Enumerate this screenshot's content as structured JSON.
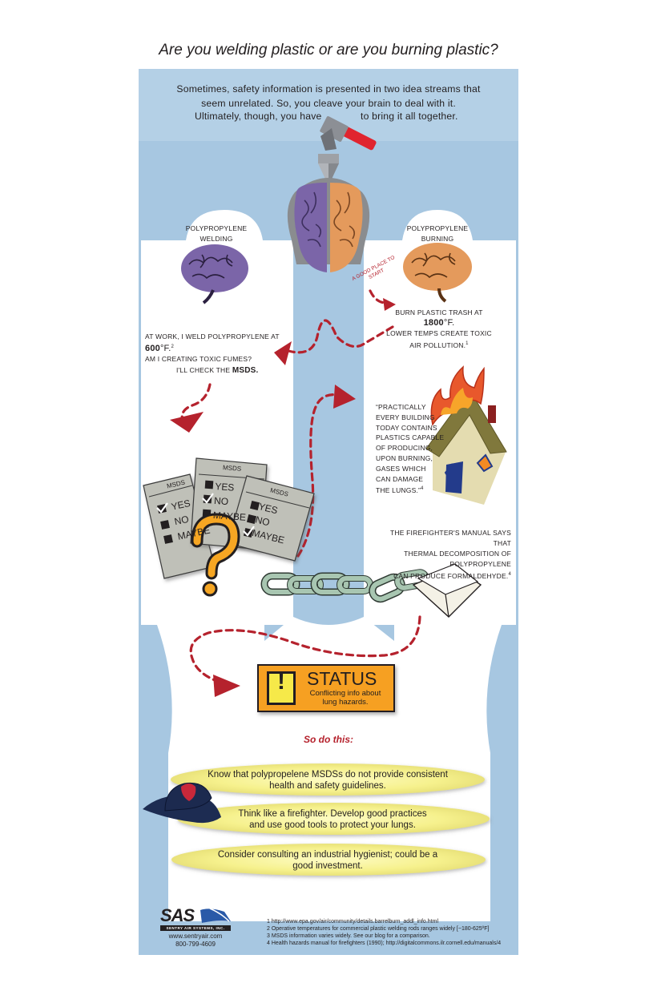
{
  "header": {
    "title": "Are you welding plastic or are you burning plastic?",
    "intro_line1": "Sometimes, safety information is presented in two idea streams that",
    "intro_line2": "seem unrelated. So, you cleave your brain to deal with it.",
    "intro_line3a": "Ultimately, though, you have",
    "intro_line3b": "to bring it all together."
  },
  "left": {
    "heading_line1": "POLYPROPYLENE",
    "heading_line2": "WELDING",
    "p1a": "At work, I weld polypropylene at ",
    "p1_temp": "600",
    "p1_unit": "°F.",
    "p1_note": "2",
    "p1b": "Am I creating toxic fumes?",
    "p2a": "I'll check the ",
    "p2_msds": "MSDS."
  },
  "right": {
    "heading_line1": "POLYPROPYLENE",
    "heading_line2": "BURNING",
    "start_label_line1": "A GOOD PLACE TO",
    "start_label_line2": "START",
    "p1a": "Burn plastic trash at ",
    "p1_temp": "1800",
    "p1_unit": "°F.",
    "p1b": "Lower temps create toxic",
    "p1c": "air pollution.",
    "p1_note": "1",
    "quote_lines": [
      "“Practically",
      "every building",
      "today contains",
      "plastics capable",
      "of producing,",
      "upon burning,",
      "gases which",
      "can damage",
      "the lungs.”"
    ],
    "quote_note": "4",
    "manual_line1": "The firefighter's manual says that",
    "manual_line2": "thermal decomposition of polypropylene",
    "manual_line3": "can produce formaldehyde.",
    "manual_note": "4"
  },
  "msds_cards": [
    {
      "label": "MSDS",
      "options": [
        "YES",
        "NO",
        "MAYBE"
      ],
      "checked": "YES"
    },
    {
      "label": "MSDS",
      "options": [
        "YES",
        "NO",
        "MAYBE"
      ],
      "checked": "NO"
    },
    {
      "label": "MSDS",
      "options": [
        "YES",
        "NO",
        "MAYBE"
      ],
      "checked": "MAYBE"
    }
  ],
  "status": {
    "title": "STATUS",
    "icon": "exclamation-icon",
    "message_line1": "Conflicting info about",
    "message_line2": "lung hazards."
  },
  "actions": {
    "heading": "So do this:",
    "items": [
      {
        "line1": "Know that polypropelene MSDSs do not provide consistent",
        "line2": "health and safety guidelines."
      },
      {
        "line1": "Think like a firefighter. Develop good practices",
        "line2": "and use good tools to protect your lungs."
      },
      {
        "line1": "Consider consulting an industrial hygienist; could be a",
        "line2": "good investment."
      }
    ]
  },
  "brand": {
    "logo_text": "SAS",
    "logo_subtext": "SENTRY AIR SYSTEMS, INC.",
    "website": "www.sentryair.com",
    "phone": "800-799-4609"
  },
  "footnotes": [
    "1 http://www.epa.gov/air/community/details.barrelburn_addl_info.html",
    "2 Operative temperatures for commercial plastic welding rods ranges widely [~180-625ºF]",
    "3 MSDS information varies widely. See our blog for a comparison.",
    "4 Health hazards manual for firefighters (1990); http://digitalcommons.ilr.cornell.edu/manuals/4"
  ],
  "colors": {
    "sky": "#a7c7e1",
    "panel": "#ffffff",
    "arrow": "#b5222d",
    "status_orange": "#f6a020",
    "oval_yellow": "#f6f18d",
    "msds_card": "#bfc0b8",
    "brain_left": "#7b65a8",
    "brain_right": "#e49a5c",
    "chain": "#a8c6b1",
    "house_wall": "#e4dcb0",
    "house_roof": "#80783c",
    "flame": "#e8582c"
  }
}
